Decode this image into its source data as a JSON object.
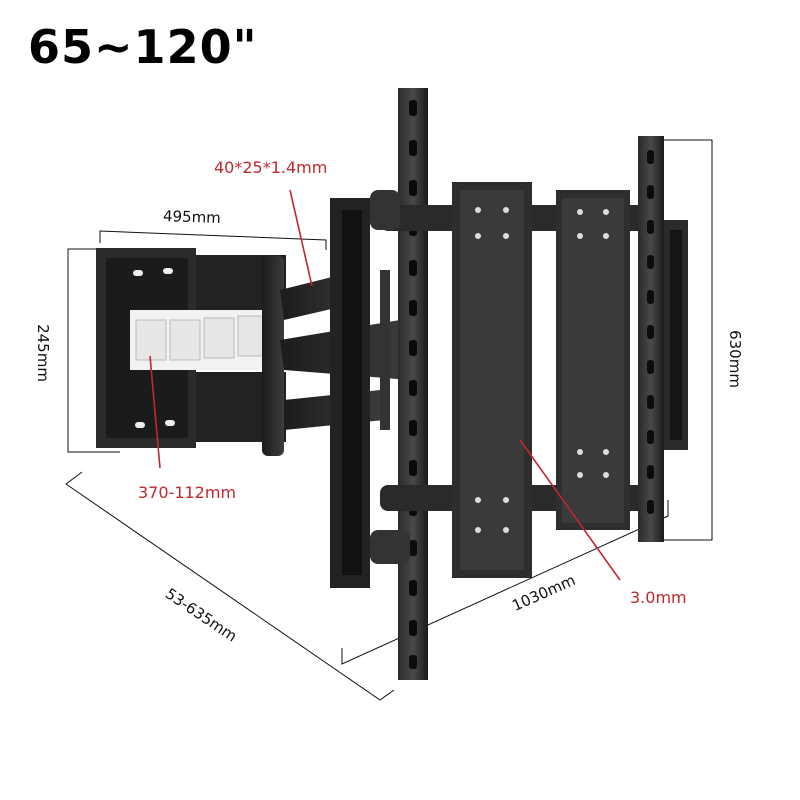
{
  "title": "65~120\"",
  "dimensions": {
    "arm_tube": "40*25*1.4mm",
    "wall_plate_width": "495mm",
    "wall_plate_height": "245mm",
    "vesa_range": "370-112mm",
    "extension": "53-635mm",
    "rail_length": "1030mm",
    "steel_thickness": "3.0mm",
    "rail_height": "630mm"
  },
  "colors": {
    "annotation_red": "#c1272d",
    "metal_dark": "#1e1e1e",
    "metal_mid": "#3a3a3a",
    "dimension_line": "#111111"
  }
}
